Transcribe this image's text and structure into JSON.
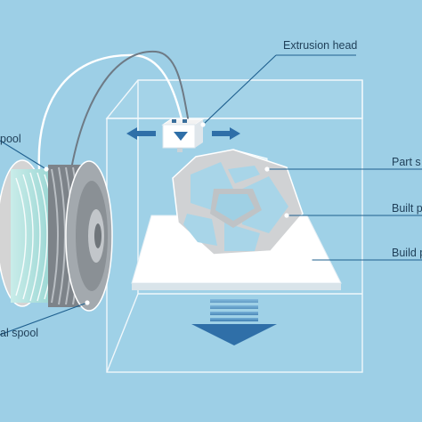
{
  "labels": {
    "extrusion_head": "Extrusion head",
    "spool_left": "pool",
    "part_support": "Part s",
    "built_part": "Built p",
    "build_platform": "Build p",
    "material_spool": "al spool"
  },
  "colors": {
    "background": "#9dcfe6",
    "leader_line": "#1e5f8e",
    "arrow_blue": "#2f6fa8",
    "chamber_line": "#ffffff",
    "part_gray": "#d8d8d8",
    "support_white": "#eef7fb"
  }
}
